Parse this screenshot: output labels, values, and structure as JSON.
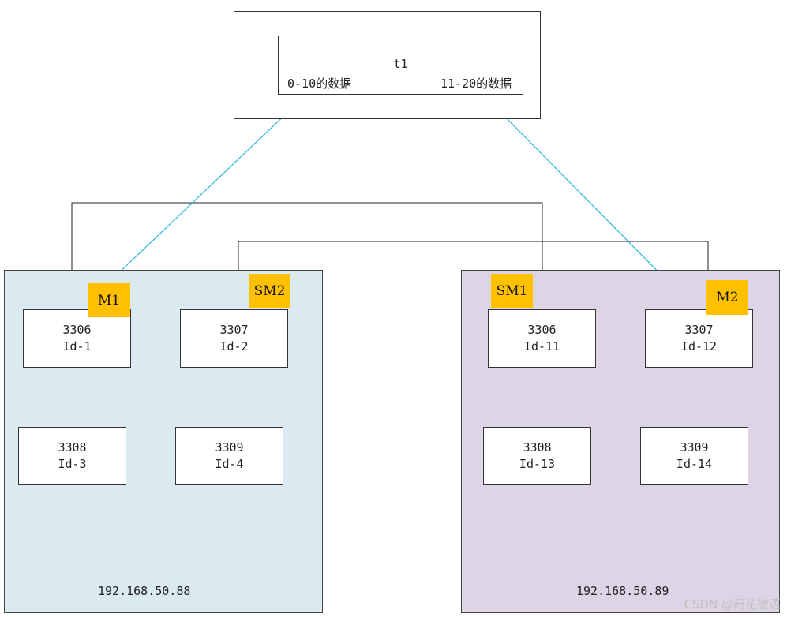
{
  "table": {
    "name": "t1",
    "left_range": "0-10的数据",
    "right_range": "11-20的数据"
  },
  "groups": [
    {
      "ip": "192.168.50.88",
      "nodes": [
        {
          "port": "3306",
          "id": "Id-1",
          "tag": "M1"
        },
        {
          "port": "3307",
          "id": "Id-2",
          "tag": "SM2"
        },
        {
          "port": "3308",
          "id": "Id-3"
        },
        {
          "port": "3309",
          "id": "Id-4"
        }
      ],
      "color": "#dbeaf1"
    },
    {
      "ip": "192.168.50.89",
      "nodes": [
        {
          "port": "3306",
          "id": "Id-11",
          "tag": "SM1"
        },
        {
          "port": "3307",
          "id": "Id-12",
          "tag": "M2"
        },
        {
          "port": "3308",
          "id": "Id-13"
        },
        {
          "port": "3309",
          "id": "Id-14"
        }
      ],
      "color": "#ddd5e5"
    }
  ],
  "tag_color": "#ffc000",
  "shard_arrow_color": "#29b6e6",
  "watermark": "CSDN @莳花微语"
}
